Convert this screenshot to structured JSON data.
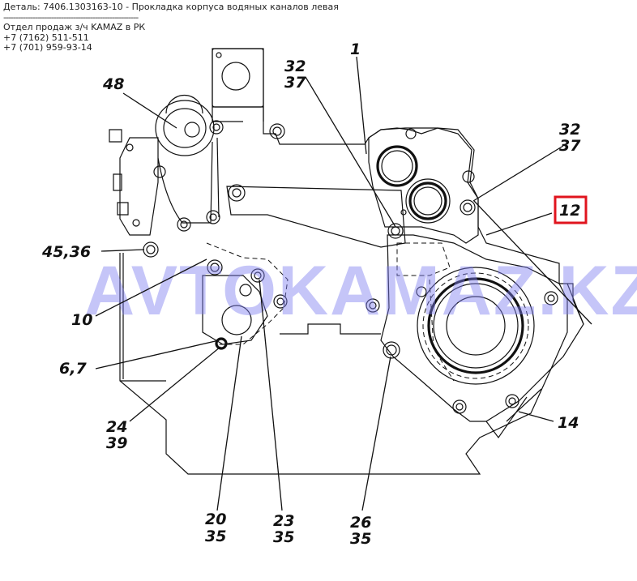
{
  "header": {
    "detail": "Деталь: 7406.1303163-10 - Прокладка корпуса водяных каналов левая",
    "separator": "--------------------------------------------------------",
    "sales": "Отдел продаж з/ч KAMAZ в РК",
    "phone1": "+7 (7162) 511-511",
    "phone2": "+7 (701) 959-93-14"
  },
  "watermark": "AVTOKAMAZ.KZ",
  "highlight_color": "#e0141e",
  "callouts": {
    "c48": "48",
    "c1": "1",
    "c32a": "32",
    "c37a": "37",
    "c32b": "32",
    "c37b": "37",
    "c12": "12",
    "c4536": "45,36",
    "c10": "10",
    "c67": "6,7",
    "c24": "24",
    "c39": "39",
    "c20": "20",
    "c35a": "35",
    "c23": "23",
    "c35b": "35",
    "c26": "26",
    "c35c": "35",
    "c14": "14"
  }
}
